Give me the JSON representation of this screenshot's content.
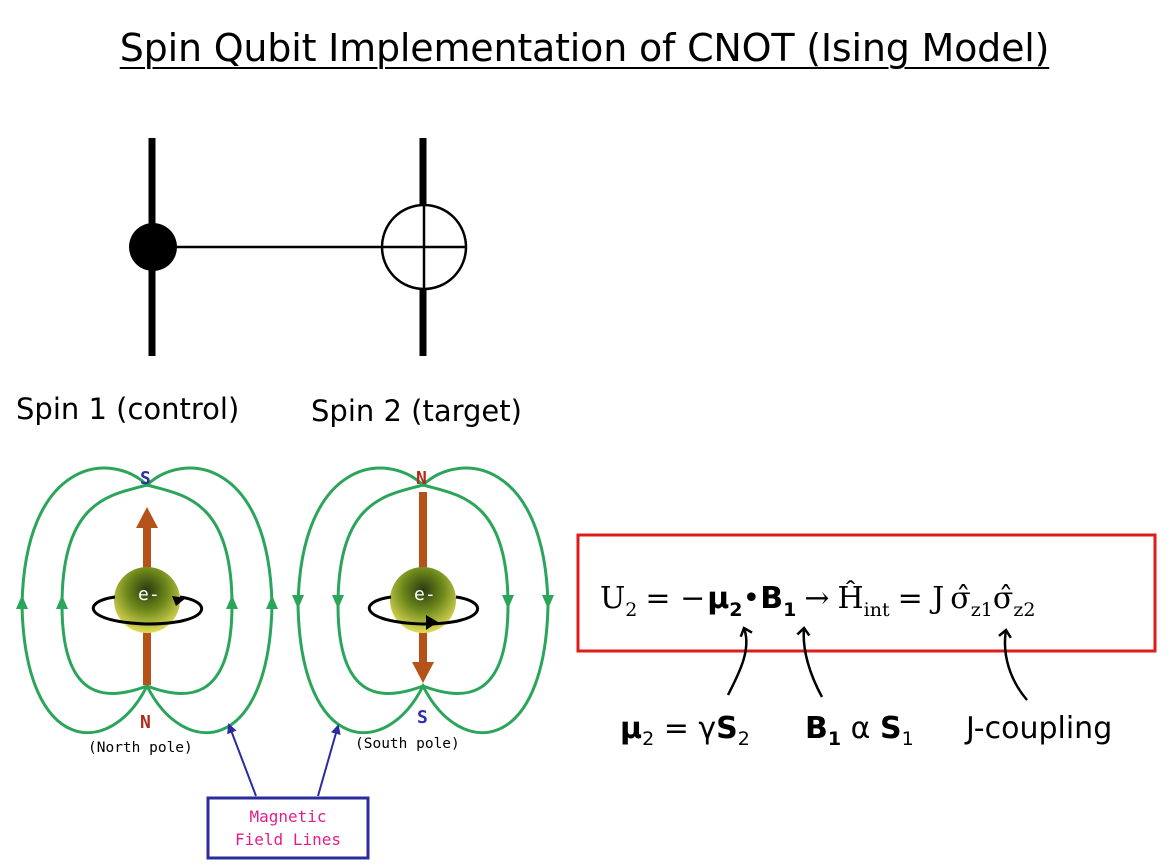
{
  "title": "Spin Qubit Implementation of CNOT (Ising Model)",
  "circuit": {
    "control_label": "Spin 1 (control)",
    "target_label": "Spin 2 (target)"
  },
  "dipoles": {
    "left": {
      "top_pole": "S",
      "bottom_pole": "N",
      "caption": "(North pole)",
      "electron": "e-"
    },
    "right": {
      "top_pole": "N",
      "bottom_pole": "S",
      "caption": "(South pole)",
      "electron": "e-"
    },
    "field_lines_label_1": "Magnetic",
    "field_lines_label_2": "Field Lines"
  },
  "equation": {
    "lhs": "U",
    "lhs_sub": "2",
    "eq1": "= −",
    "mu": "μ",
    "mu_sub": "2",
    "dot": "•",
    "b": "B",
    "b_sub": "1",
    "arrow": "→",
    "h": "Ĥ",
    "h_sub": "int",
    "eq2": "= J",
    "sigma1": "σ̂",
    "sigma1_sub": "z1",
    "sigma2": "σ̂",
    "sigma2_sub": "z2"
  },
  "annotations": {
    "mu_def": {
      "mu": "μ",
      "mu_sub": "2",
      "eq": " = γ",
      "s": "S",
      "s_sub": "2"
    },
    "b_def": {
      "b": "B",
      "b_sub": "1",
      "alpha": " α ",
      "s": "S",
      "s_sub": "1"
    },
    "j_coupling": "J-coupling"
  },
  "colors": {
    "field_line": "#2aa55a",
    "pole_s": "#2d2fa8",
    "pole_n": "#b02a1a",
    "arrow": "#b5521a",
    "callout_box": "#2b2b9e",
    "callout_text": "#e0208a",
    "equation_box": "#e01b1b"
  }
}
